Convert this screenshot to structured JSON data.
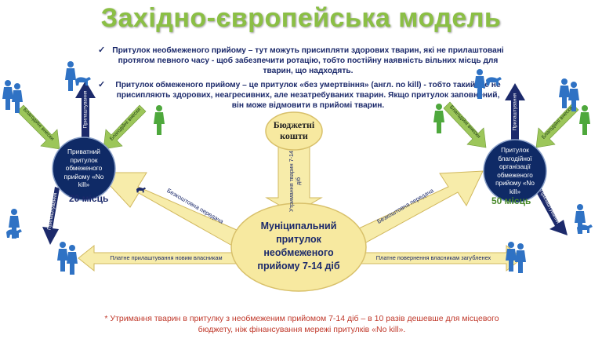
{
  "title": "Західно-європейська модель",
  "bullets": [
    "Притулок необмеженого прийому – тут можуть присипляти здорових тварин, які не прилаштовані протягом певного часу - щоб забезпечити ротацію, тобто постійну наявність вільних місць для тварин, що надходять.",
    "Притулок обмеженого прийому – це притулок «без умертвіння» (англ. no kill) - тобто такий, де не присипляють здорових, неагресивних, але незатребуваних тварин. Якщо притулок заповнений, він може відмовити в прийомі тварин."
  ],
  "budget_label": "Бюджетні кошти",
  "municipal_label": "Муніципальний притулок необмеженого прийому 7-14 діб",
  "left_shelter": {
    "label": "Приватний притулок обмеженого прийому «No kill»",
    "capacity": "20 місць"
  },
  "right_shelter": {
    "label": "Притулок благодійної організації обмеженого прийому «No kill»",
    "capacity": "50 місць"
  },
  "arrows": {
    "maintenance": "Утримання тварин 7-14 діб",
    "free_transfer_left": "Безкоштовна передача",
    "free_transfer_right": "Безкоштовна передача",
    "paid_adoption": "Платне прилаштування новим власникам",
    "paid_return": "Платне повернення власникам загубленех",
    "charity_left_a": "Благодійні внески",
    "charity_left_b": "Благодійні внески",
    "charity_right_a": "Благодійні внески",
    "charity_right_b": "Благодійні внески",
    "placement_up_left": "Прилаштування",
    "placement_up_right": "Прилаштування",
    "placement_down_left": "Прилаштування",
    "placement_down_right": "Прилаштування"
  },
  "footnote": "* Утримання тварин в притулку з необмеженим прийомом 7-14 діб – в 10 разів дешевше для місцевого бюджету, ніж фінансування мережі притулків «No kill».",
  "colors": {
    "title": "#8bbf45",
    "navy": "#1c2a6b",
    "ellipse_fill": "#f7e9a0",
    "ellipse_stroke": "#d8c06a",
    "arrow_fill": "#f7ecaa",
    "arrow_stroke": "#d1b85e",
    "charity_arrow": "#9cc65a",
    "people_blue": "#2f72c4",
    "people_green": "#4ea83c",
    "footnote": "#c0392b"
  }
}
